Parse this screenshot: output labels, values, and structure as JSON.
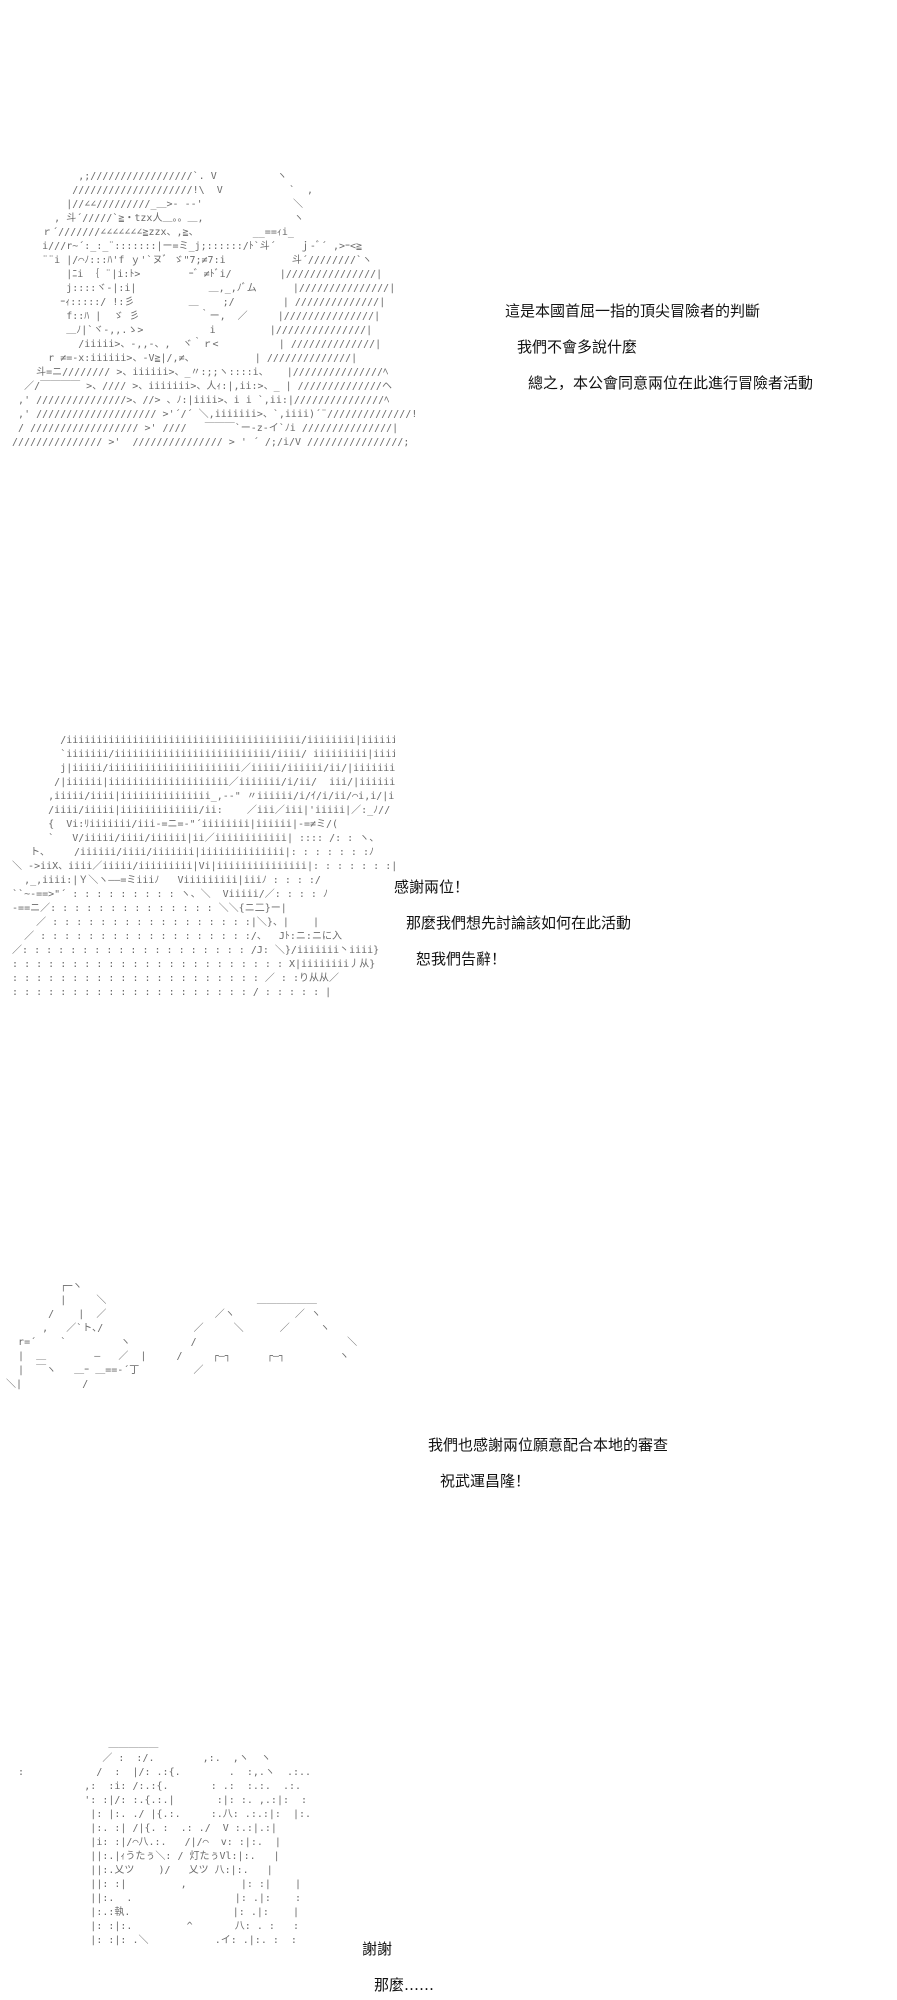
{
  "panels": [
    {
      "dialogue": [
        "這是本國首屈一指的頂尖冒險者的判斷",
        "我們不會多說什麼",
        "總之，本公會同意兩位在此進行冒險者活動"
      ]
    },
    {
      "dialogue": [
        "感謝兩位！",
        "那麼我們想先討論該如何在此活動",
        "恕我們告辭！"
      ]
    },
    {
      "dialogue": [
        "我們也感謝兩位願意配合本地的審查",
        "祝武運昌隆！"
      ]
    },
    {
      "dialogue": [
        "謝謝",
        "那麼……"
      ]
    }
  ]
}
